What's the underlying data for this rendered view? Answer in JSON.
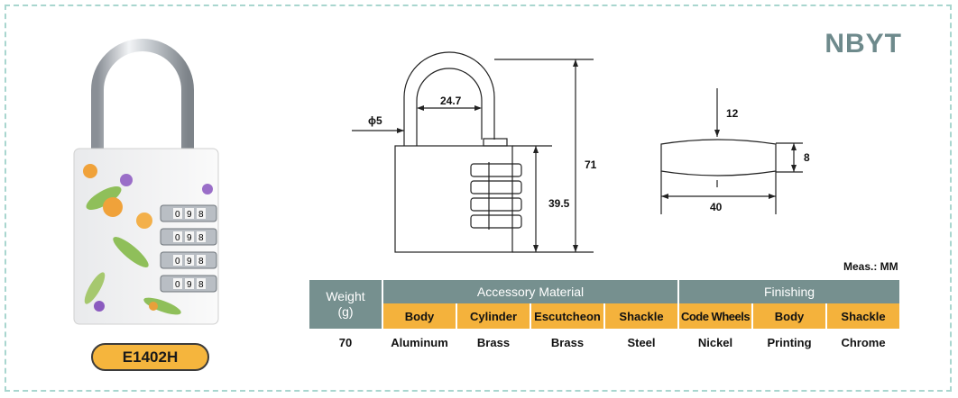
{
  "brand": "NBYT",
  "model": "E1402H",
  "measure_unit": "Meas.: MM",
  "dimensions": {
    "shackle_diameter": "ϕ5",
    "shackle_inner_width": "24.7",
    "total_height": "71",
    "body_height": "39.5",
    "thickness_top": "12",
    "thickness": "8",
    "width": "40"
  },
  "product_image": {
    "description_icon": "combination-padlock-icon",
    "dial_digits": [
      "0",
      "9",
      "8"
    ]
  },
  "table": {
    "weight_header": "Weight\n(g)",
    "accessory_header": "Accessory Material",
    "finishing_header": "Finishing",
    "sub_headers": [
      "Body",
      "Cylinder",
      "Escutcheon",
      "Shackle",
      "Code Wheels",
      "Body",
      "Shackle"
    ],
    "values": [
      "70",
      "Aluminum",
      "Brass",
      "Brass",
      "Steel",
      "Nickel",
      "Printing",
      "Chrome"
    ]
  },
  "colors": {
    "header": "#76908f",
    "subheader": "#f4b23c",
    "badge": "#f5b53d",
    "frame": "#a9d6cf"
  }
}
